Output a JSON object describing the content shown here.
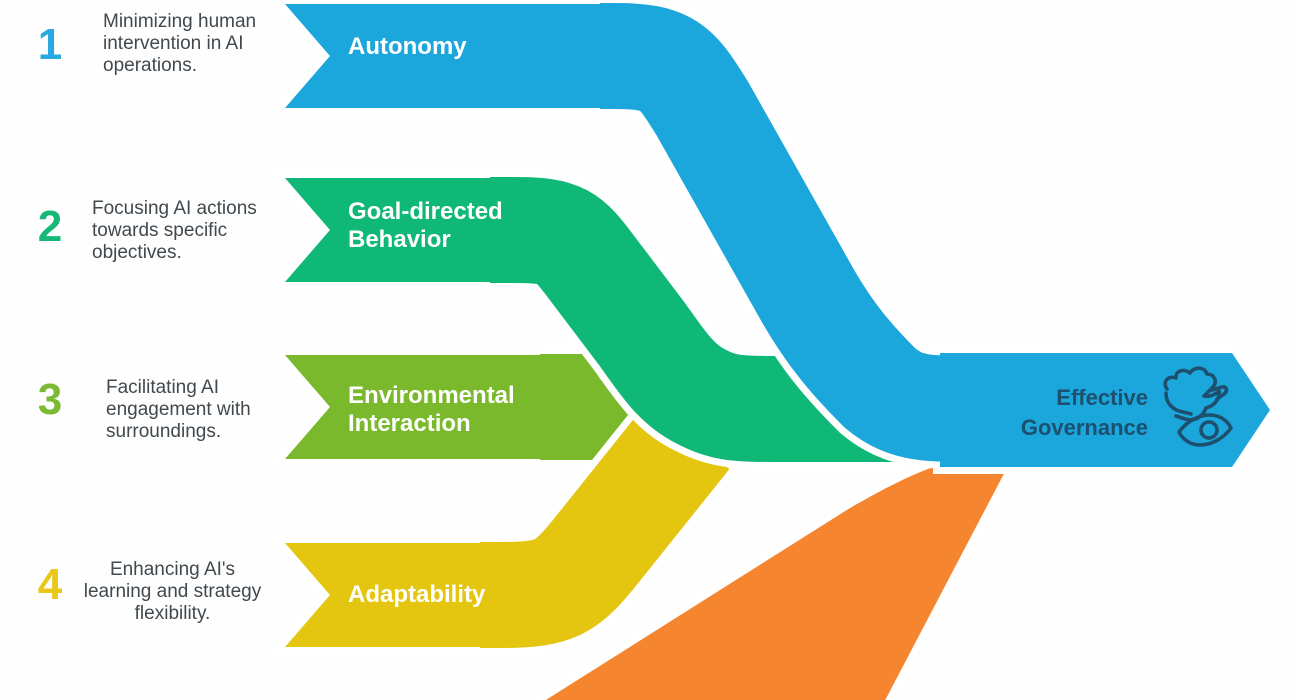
{
  "diagram": {
    "type": "ribbon-funnel-infographic",
    "items": [
      {
        "number": "1",
        "label": "Autonomy",
        "label_lines": [
          "Autonomy"
        ],
        "description": "Minimizing human intervention in AI operations.",
        "desc_lines": [
          "Minimizing human",
          "intervention in AI",
          "operations."
        ],
        "color": "#1BA7DC"
      },
      {
        "number": "2",
        "label": "Goal-directed Behavior",
        "label_lines": [
          "Goal-directed",
          "Behavior"
        ],
        "description": "Focusing AI actions towards specific objectives.",
        "desc_lines": [
          "Focusing AI actions",
          "towards specific",
          "objectives."
        ],
        "color": "#0FB876"
      },
      {
        "number": "3",
        "label": "Environmental Interaction",
        "label_lines": [
          "Environmental",
          "Interaction"
        ],
        "description": "Facilitating AI engagement with surroundings.",
        "desc_lines": [
          "Facilitating AI",
          "engagement with",
          "surroundings."
        ],
        "color": "#7AB92C"
      },
      {
        "number": "4",
        "label": "Adaptability",
        "label_lines": [
          "Adaptability"
        ],
        "description": "Enhancing AI's learning and strategy flexibility.",
        "desc_lines": [
          "Enhancing AI's",
          "learning and strategy",
          "flexibility."
        ],
        "color": "#E4C50F"
      }
    ],
    "result": {
      "label": "Effective Governance",
      "label_lines": [
        "Effective",
        "Governance"
      ],
      "text_color": "#1D4F6E",
      "ribbon_color": "#1BA7DC",
      "icon": "dove-with-eye-icon"
    },
    "extra_ribbon": {
      "color": "#F6852F"
    }
  }
}
